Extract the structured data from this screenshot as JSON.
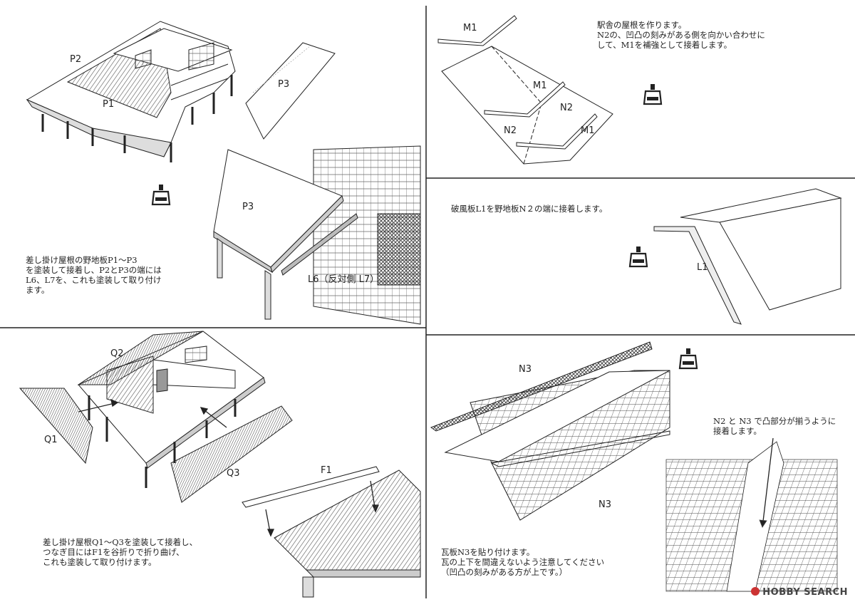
{
  "labels": {
    "p1": "P1",
    "p2": "P2",
    "p3_top": "P3",
    "p3_detail": "P3",
    "l6": "L6（反対側 L7）",
    "m1_a": "M1",
    "m1_b": "M1",
    "m1_c": "M1",
    "n2_a": "N2",
    "n2_b": "N2",
    "l1": "L1",
    "q1": "Q1",
    "q2": "Q2",
    "q3": "Q3",
    "f1": "F1",
    "n3": "N3",
    "n3_b": "N3"
  },
  "instructions": {
    "step1": "差し掛け屋根の野地板P1～P3\nを塗装して接着し、P2とP3の端には\nL6、L7を、これも塗装して取り付け\nます。",
    "step2": "駅舎の屋根を作ります。\nN2の、凹凸の刻みがある側を向かい合わせに\nして、M1を補強として接着します。",
    "step3": "破風板L1を野地板N２の端に接着します。",
    "step4": "差し掛け屋根Q1～Q3を塗装して接着し、\nつなぎ目にはF1を谷折りで折り曲げ、\nこれも塗装して取り付けます。",
    "step5": "瓦板N3を貼り付けます。\n瓦の上下を間違えないよう注意してください\n（凹凸の刻みがある方が上です。）",
    "step6": "N2 と N3 で凸部分が揃うように\n接着します。"
  },
  "watermark": "HOBBY SEARCH",
  "icons": [
    "glue-bottle-icon"
  ]
}
